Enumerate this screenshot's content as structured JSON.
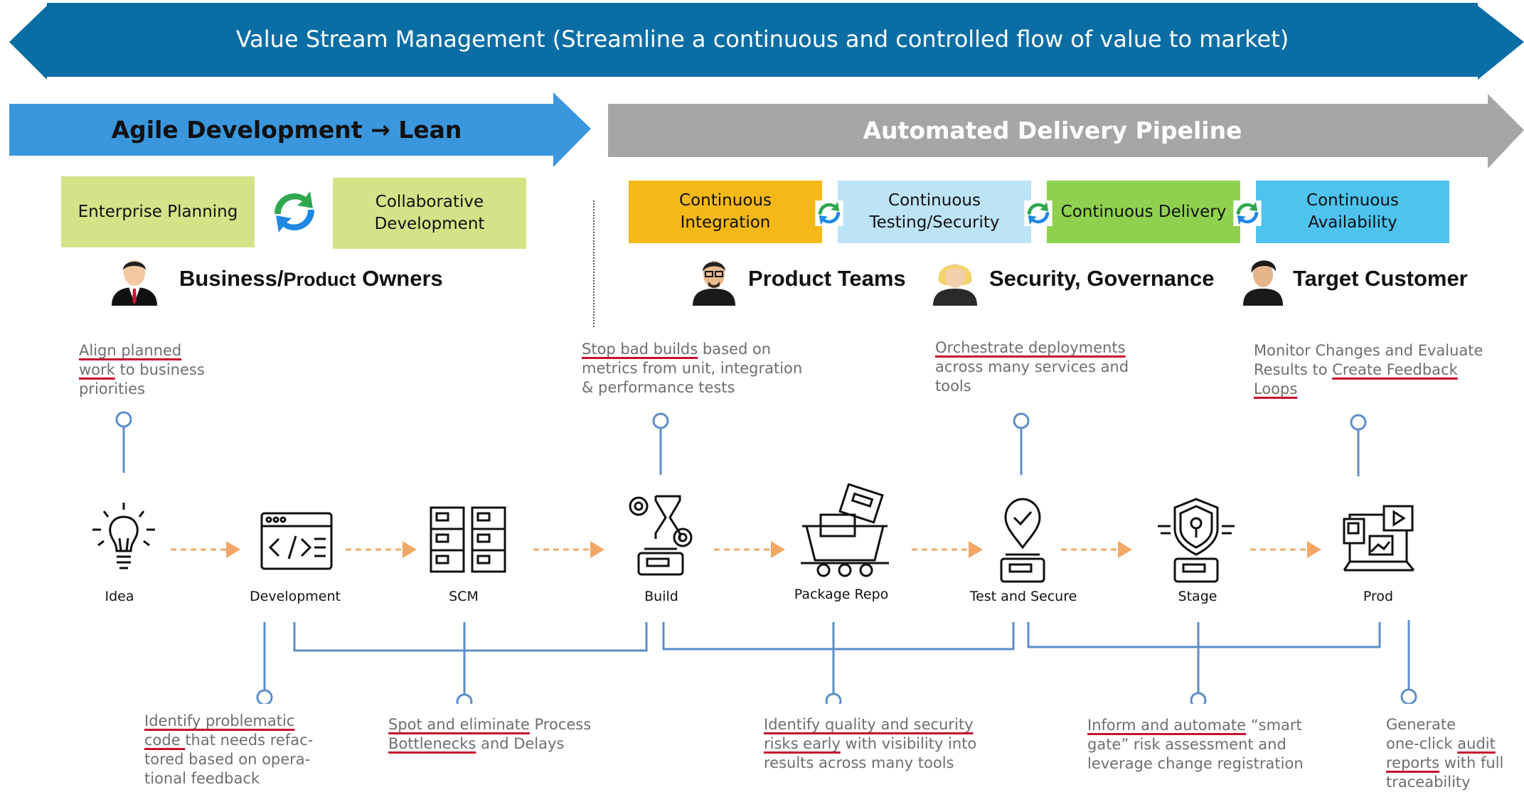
{
  "banner": {
    "title": "Value Stream Management (Streamline a continuous and controlled flow of value to market)"
  },
  "phases": {
    "agile": {
      "prefix": "Agile Development",
      "arrow": "→",
      "suffix": "Lean"
    },
    "delivery": {
      "title": "Automated Delivery Pipeline"
    }
  },
  "boxes": {
    "enterprise_planning": "Enterprise Planning",
    "collaborative_development": [
      "Collaborative",
      "Development"
    ],
    "continuous_integration": [
      "Continuous",
      "Integration"
    ],
    "continuous_testing": [
      "Continuous",
      "Testing/Security"
    ],
    "continuous_delivery": "Continuous Delivery",
    "continuous_availability": [
      "Continuous",
      "Availability"
    ]
  },
  "roles": {
    "business": {
      "main": "Business/",
      "small": "Product",
      "end": " Owners"
    },
    "product_teams": "Product Teams",
    "security": "Security, Governance",
    "customer": "Target Customer"
  },
  "stages": [
    "Idea",
    "Development",
    "SCM",
    "Build",
    "Package Repo",
    "Test and Secure",
    "Stage",
    "Prod"
  ],
  "notes_top": {
    "idea": {
      "u1": "Align planned",
      "u2": "work",
      "rest2": " to business",
      "line3": "priorities"
    },
    "build": {
      "u1": "Stop bad builds",
      "rest1": " based on",
      "line2": "metrics from unit, integration",
      "line3": "& performance tests"
    },
    "test": {
      "u1": "Orchestrate deployments",
      "line2": "across many services and",
      "line3": "tools"
    },
    "prod": {
      "line1": "Monitor Changes and Evaluate",
      "pre2": "Results to ",
      "u2": "Create Feedback",
      "u3": "Loops"
    }
  },
  "notes_bottom": {
    "development": {
      "u1": "Identify problematic",
      "u2": "code ",
      "rest2": "that needs refac-",
      "line3": "tored based on opera-",
      "line4": "tional feedback"
    },
    "scm": {
      "u1": "Spot and eliminate",
      "rest1": " Process",
      "u2": "Bottlenecks",
      "rest2": " and Delays"
    },
    "package": {
      "u1": "Identify quality and security",
      "u2": "risks early",
      "rest2": " with visibility into",
      "line3": "results across many tools"
    },
    "stage": {
      "u1": "Inform and automate",
      "rest1": " “smart",
      "line2": "gate” risk assessment and",
      "line3": "leverage change registration"
    },
    "prod": {
      "line1": "Generate",
      "pre2": "one-click ",
      "u2": "audit",
      "u3": "reports",
      "rest3": " with full",
      "line4": "traceability"
    }
  },
  "colors": {
    "banner": "#0a6ea4",
    "agile": "#3a97dd",
    "delivery": "#a6a6a6",
    "green_box": "#d4e388",
    "ci": "#f4b818",
    "ct": "#bde3f6",
    "cd": "#8fd14f",
    "ca": "#4ec3ee",
    "connector": "#5b8ec9",
    "flow_arrow": "#f2a766"
  }
}
